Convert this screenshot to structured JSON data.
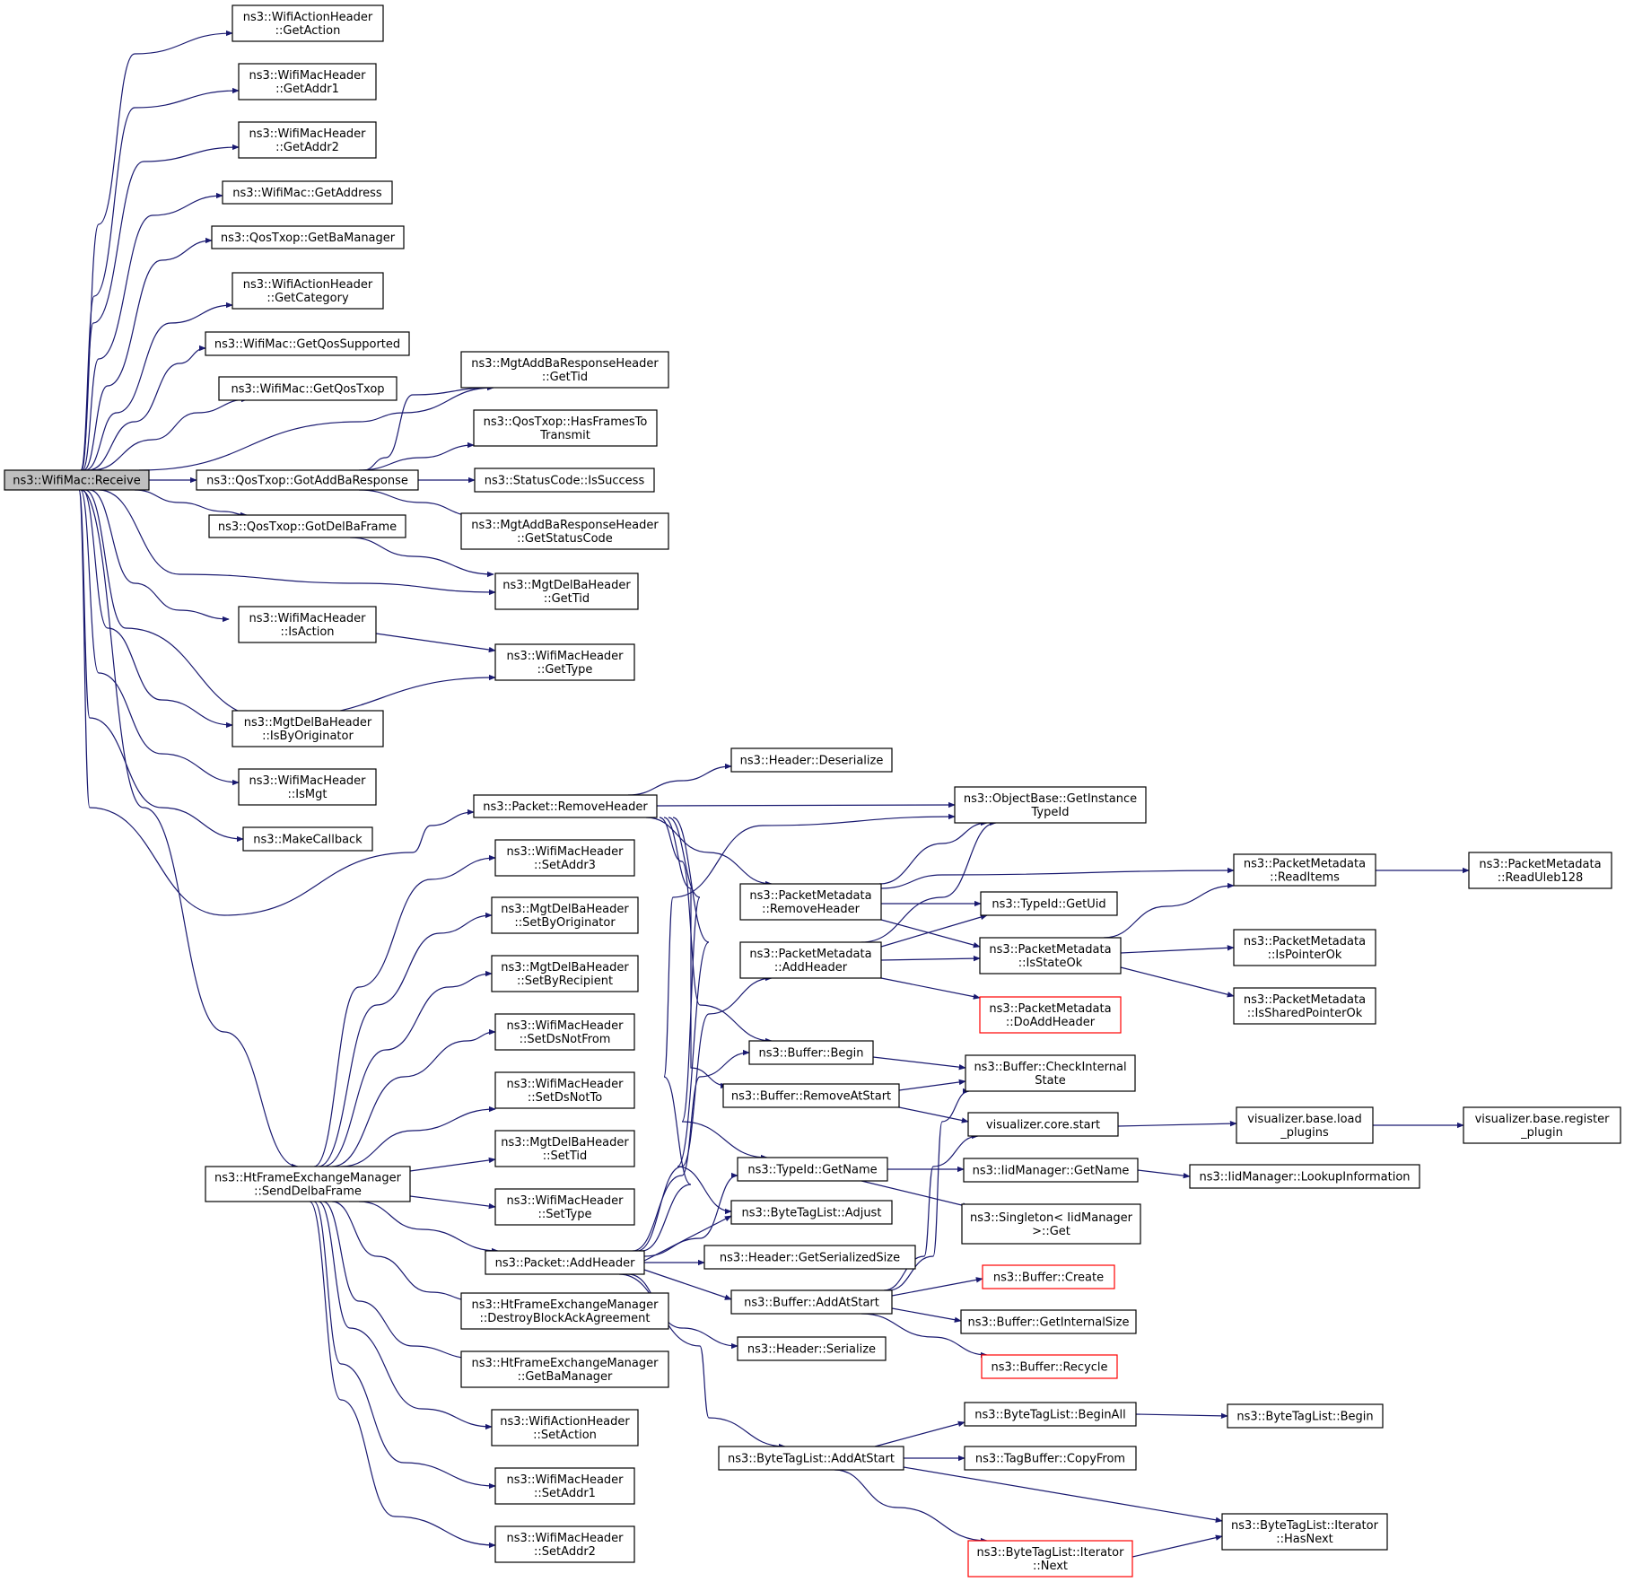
{
  "colors": {
    "edge": "#191970",
    "box": "#000000",
    "root_fill": "#bfbfbf",
    "highlight": "#ff0000",
    "background": "#ffffff"
  },
  "nodes": {
    "receive": {
      "lines": [
        "ns3::WifiMac::Receive"
      ],
      "style": "root"
    },
    "getAction": {
      "lines": [
        "ns3::WifiActionHeader",
        "::GetAction"
      ]
    },
    "getAddr1": {
      "lines": [
        "ns3::WifiMacHeader",
        "::GetAddr1"
      ]
    },
    "getAddr2": {
      "lines": [
        "ns3::WifiMacHeader",
        "::GetAddr2"
      ]
    },
    "getAddress": {
      "lines": [
        "ns3::WifiMac::GetAddress"
      ]
    },
    "getBaManager": {
      "lines": [
        "ns3::QosTxop::GetBaManager"
      ]
    },
    "getCategory": {
      "lines": [
        "ns3::WifiActionHeader",
        "::GetCategory"
      ]
    },
    "getQosSupported": {
      "lines": [
        "ns3::WifiMac::GetQosSupported"
      ]
    },
    "getQosTxop": {
      "lines": [
        "ns3::WifiMac::GetQosTxop"
      ]
    },
    "gotAddBaResponse": {
      "lines": [
        "ns3::QosTxop::GotAddBaResponse"
      ]
    },
    "gotDelBaFrame": {
      "lines": [
        "ns3::QosTxop::GotDelBaFrame"
      ]
    },
    "isAction": {
      "lines": [
        "ns3::WifiMacHeader",
        "::IsAction"
      ]
    },
    "isByOriginator": {
      "lines": [
        "ns3::MgtDelBaHeader",
        "::IsByOriginator"
      ]
    },
    "isMgt": {
      "lines": [
        "ns3::WifiMacHeader",
        "::IsMgt"
      ]
    },
    "makeCallback": {
      "lines": [
        "ns3::MakeCallback"
      ]
    },
    "sendDelbaFrame": {
      "lines": [
        "ns3::HtFrameExchangeManager",
        "::SendDelbaFrame"
      ]
    },
    "getTidAddBaResp": {
      "lines": [
        "ns3::MgtAddBaResponseHeader",
        "::GetTid"
      ]
    },
    "hasFramesToTransmit": {
      "lines": [
        "ns3::QosTxop::HasFramesTo",
        "Transmit"
      ]
    },
    "isSuccess": {
      "lines": [
        "ns3::StatusCode::IsSuccess"
      ]
    },
    "getStatusCode": {
      "lines": [
        "ns3::MgtAddBaResponseHeader",
        "::GetStatusCode"
      ]
    },
    "getTidDelBa": {
      "lines": [
        "ns3::MgtDelBaHeader",
        "::GetTid"
      ]
    },
    "getType": {
      "lines": [
        "ns3::WifiMacHeader",
        "::GetType"
      ]
    },
    "removeHeader": {
      "lines": [
        "ns3::Packet::RemoveHeader"
      ]
    },
    "setAddr3": {
      "lines": [
        "ns3::WifiMacHeader",
        "::SetAddr3"
      ]
    },
    "setByOriginator": {
      "lines": [
        "ns3::MgtDelBaHeader",
        "::SetByOriginator"
      ]
    },
    "setByRecipient": {
      "lines": [
        "ns3::MgtDelBaHeader",
        "::SetByRecipient"
      ]
    },
    "setDsNotFrom": {
      "lines": [
        "ns3::WifiMacHeader",
        "::SetDsNotFrom"
      ]
    },
    "setDsNotTo": {
      "lines": [
        "ns3::WifiMacHeader",
        "::SetDsNotTo"
      ]
    },
    "setTid": {
      "lines": [
        "ns3::MgtDelBaHeader",
        "::SetTid"
      ]
    },
    "setType": {
      "lines": [
        "ns3::WifiMacHeader",
        "::SetType"
      ]
    },
    "addHeader": {
      "lines": [
        "ns3::Packet::AddHeader"
      ]
    },
    "destroyBlockAck": {
      "lines": [
        "ns3::HtFrameExchangeManager",
        "::DestroyBlockAckAgreement"
      ]
    },
    "htGetBaManager": {
      "lines": [
        "ns3::HtFrameExchangeManager",
        "::GetBaManager"
      ]
    },
    "setAction": {
      "lines": [
        "ns3::WifiActionHeader",
        "::SetAction"
      ]
    },
    "setAddr1": {
      "lines": [
        "ns3::WifiMacHeader",
        "::SetAddr1"
      ]
    },
    "setAddr2": {
      "lines": [
        "ns3::WifiMacHeader",
        "::SetAddr2"
      ]
    },
    "deserialize": {
      "lines": [
        "ns3::Header::Deserialize"
      ]
    },
    "pmRemoveHeader": {
      "lines": [
        "ns3::PacketMetadata",
        "::RemoveHeader"
      ]
    },
    "pmAddHeader": {
      "lines": [
        "ns3::PacketMetadata",
        "::AddHeader"
      ]
    },
    "bufferBegin": {
      "lines": [
        "ns3::Buffer::Begin"
      ]
    },
    "removeAtStart": {
      "lines": [
        "ns3::Buffer::RemoveAtStart"
      ]
    },
    "typeIdGetName": {
      "lines": [
        "ns3::TypeId::GetName"
      ]
    },
    "btlAdjust": {
      "lines": [
        "ns3::ByteTagList::Adjust"
      ]
    },
    "getSerializedSize": {
      "lines": [
        "ns3::Header::GetSerializedSize"
      ]
    },
    "addAtStart": {
      "lines": [
        "ns3::Buffer::AddAtStart"
      ]
    },
    "headerSerialize": {
      "lines": [
        "ns3::Header::Serialize"
      ]
    },
    "btlAddAtStart": {
      "lines": [
        "ns3::ByteTagList::AddAtStart"
      ]
    },
    "getInstanceTypeId": {
      "lines": [
        "ns3::ObjectBase::GetInstance",
        "TypeId"
      ]
    },
    "getUid": {
      "lines": [
        "ns3::TypeId::GetUid"
      ]
    },
    "isStateOk": {
      "lines": [
        "ns3::PacketMetadata",
        "::IsStateOk"
      ]
    },
    "doAddHeader": {
      "lines": [
        "ns3::PacketMetadata",
        "::DoAddHeader"
      ],
      "style": "red"
    },
    "checkInternalState": {
      "lines": [
        "ns3::Buffer::CheckInternal",
        "State"
      ]
    },
    "vizCoreStart": {
      "lines": [
        "visualizer.core.start"
      ]
    },
    "iidGetName": {
      "lines": [
        "ns3::IidManager::GetName"
      ]
    },
    "singletonGet": {
      "lines": [
        "ns3::Singleton< IidManager",
        ">::Get"
      ]
    },
    "bufferCreate": {
      "lines": [
        "ns3::Buffer::Create"
      ],
      "style": "red"
    },
    "getInternalSize": {
      "lines": [
        "ns3::Buffer::GetInternalSize"
      ]
    },
    "bufferRecycle": {
      "lines": [
        "ns3::Buffer::Recycle"
      ],
      "style": "red"
    },
    "beginAll": {
      "lines": [
        "ns3::ByteTagList::BeginAll"
      ]
    },
    "copyFrom": {
      "lines": [
        "ns3::TagBuffer::CopyFrom"
      ]
    },
    "iterNext": {
      "lines": [
        "ns3::ByteTagList::Iterator",
        "::Next"
      ],
      "style": "red"
    },
    "readItems": {
      "lines": [
        "ns3::PacketMetadata",
        "::ReadItems"
      ]
    },
    "isPointerOk": {
      "lines": [
        "ns3::PacketMetadata",
        "::IsPointerOk"
      ]
    },
    "isSharedPointerOk": {
      "lines": [
        "ns3::PacketMetadata",
        "::IsSharedPointerOk"
      ]
    },
    "loadPlugins": {
      "lines": [
        "visualizer.base.load",
        "_plugins"
      ]
    },
    "lookupInformation": {
      "lines": [
        "ns3::IidManager::LookupInformation"
      ]
    },
    "btlBegin": {
      "lines": [
        "ns3::ByteTagList::Begin"
      ]
    },
    "hasNext": {
      "lines": [
        "ns3::ByteTagList::Iterator",
        "::HasNext"
      ]
    },
    "readUleb128": {
      "lines": [
        "ns3::PacketMetadata",
        "::ReadUleb128"
      ]
    },
    "registerPlugin": {
      "lines": [
        "visualizer.base.register",
        "_plugin"
      ]
    }
  }
}
